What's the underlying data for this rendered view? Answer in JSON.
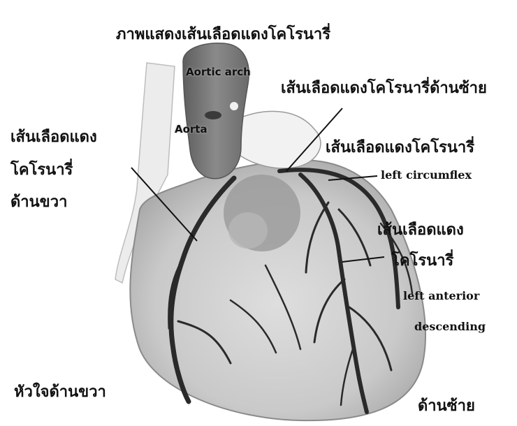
{
  "title": "ภาพแสดงเส้นเลือดแดงโคโรนารี่",
  "labels": {
    "aortic_arch": "Aortic arch",
    "aorta": "Aorta",
    "left_coronary_line1": "เส้นเลือดแดงโคโรนารี่ด้านซ้าย",
    "circumflex_th": "เส้นเลือดแดงโคโรนารี่",
    "circumflex_en": "left circumflex",
    "rca_line1": "เส้นเลือดแดง",
    "rca_line2": "โคโรนารี่",
    "rca_line3": "ด้านขวา",
    "lad_th1": "เส้นเลือดแดง",
    "lad_th2": "โคโรนารี่",
    "lad_en1": "left anterior",
    "lad_en2": "descending",
    "right_heart": "หัวใจด้านขวา",
    "left_side": "ด้านซ้าย"
  },
  "colors": {
    "heart_fill": "#cfcfcf",
    "aorta_fill": "#7d7d7d",
    "vessel": "#2a2a2a",
    "leader": "#111111"
  }
}
